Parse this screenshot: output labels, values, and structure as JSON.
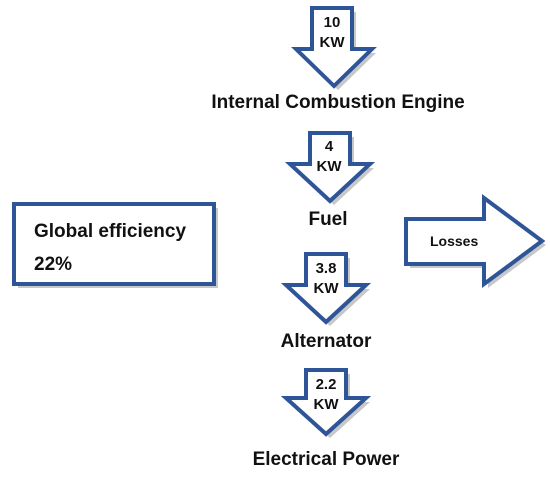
{
  "flow": [
    {
      "value": "10",
      "unit": "KW",
      "stage": "Internal Combustion Engine"
    },
    {
      "value": "4",
      "unit": "KW",
      "stage": "Fuel"
    },
    {
      "value": "3.8",
      "unit": "KW",
      "stage": "Alternator"
    },
    {
      "value": "2.2",
      "unit": "KW",
      "stage": "Electrical Power"
    }
  ],
  "efficiency": {
    "label": "Global efficiency",
    "value": "22%"
  },
  "losses": {
    "label": "Losses"
  },
  "colors": {
    "arrow_stroke": "#2d5597",
    "arrow_fill": "#ffffff",
    "text": "#111111"
  }
}
